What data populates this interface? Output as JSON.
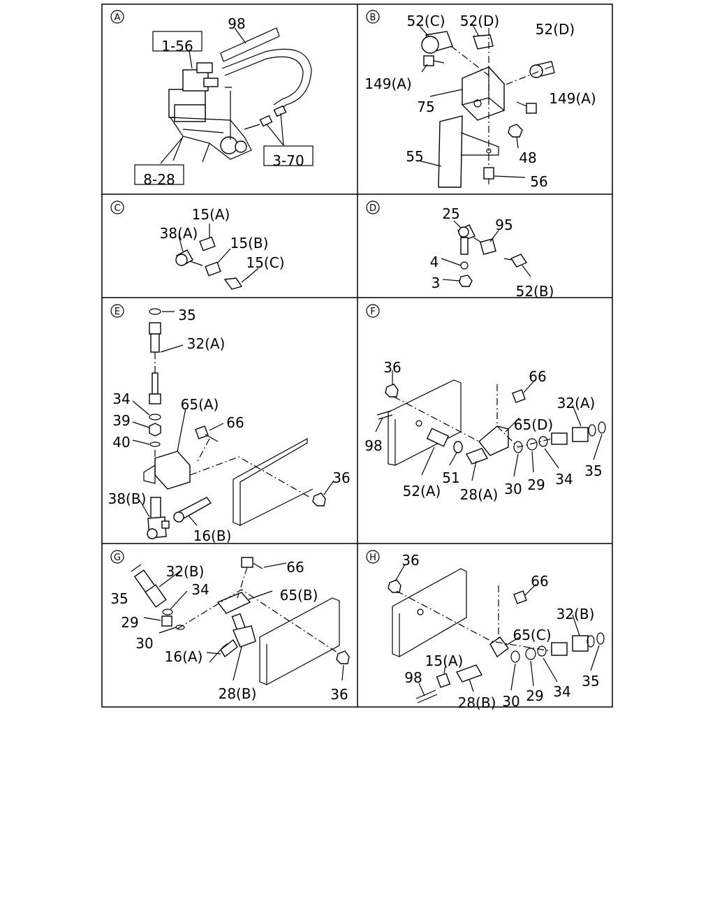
{
  "panels": [
    {
      "letter": "A",
      "labels": [
        "98",
        "1-56",
        "3-70",
        "8-28"
      ],
      "boxed": [
        "1-56",
        "3-70",
        "8-28"
      ]
    },
    {
      "letter": "B",
      "labels": [
        "52(C)",
        "52(D)",
        "52(D)",
        "149(A)",
        "75",
        "149(A)",
        "48",
        "55",
        "56"
      ]
    },
    {
      "letter": "C",
      "labels": [
        "15(A)",
        "38(A)",
        "15(B)",
        "15(C)"
      ]
    },
    {
      "letter": "D",
      "labels": [
        "25",
        "95",
        "4",
        "3",
        "52(B)"
      ]
    },
    {
      "letter": "E",
      "labels": [
        "35",
        "32(A)",
        "34",
        "65(A)",
        "39",
        "66",
        "40",
        "36",
        "38(B)",
        "16(B)"
      ]
    },
    {
      "letter": "F",
      "labels": [
        "36",
        "66",
        "32(A)",
        "65(D)",
        "98",
        "51",
        "34",
        "35",
        "52(A)",
        "28(A)",
        "30",
        "29"
      ]
    },
    {
      "letter": "G",
      "labels": [
        "32(B)",
        "66",
        "34",
        "65(B)",
        "35",
        "29",
        "30",
        "16(A)",
        "28(B)",
        "36"
      ]
    },
    {
      "letter": "H",
      "labels": [
        "36",
        "66",
        "32(B)",
        "65(C)",
        "15(A)",
        "98",
        "30",
        "29",
        "34",
        "35",
        "28(B)"
      ]
    }
  ]
}
